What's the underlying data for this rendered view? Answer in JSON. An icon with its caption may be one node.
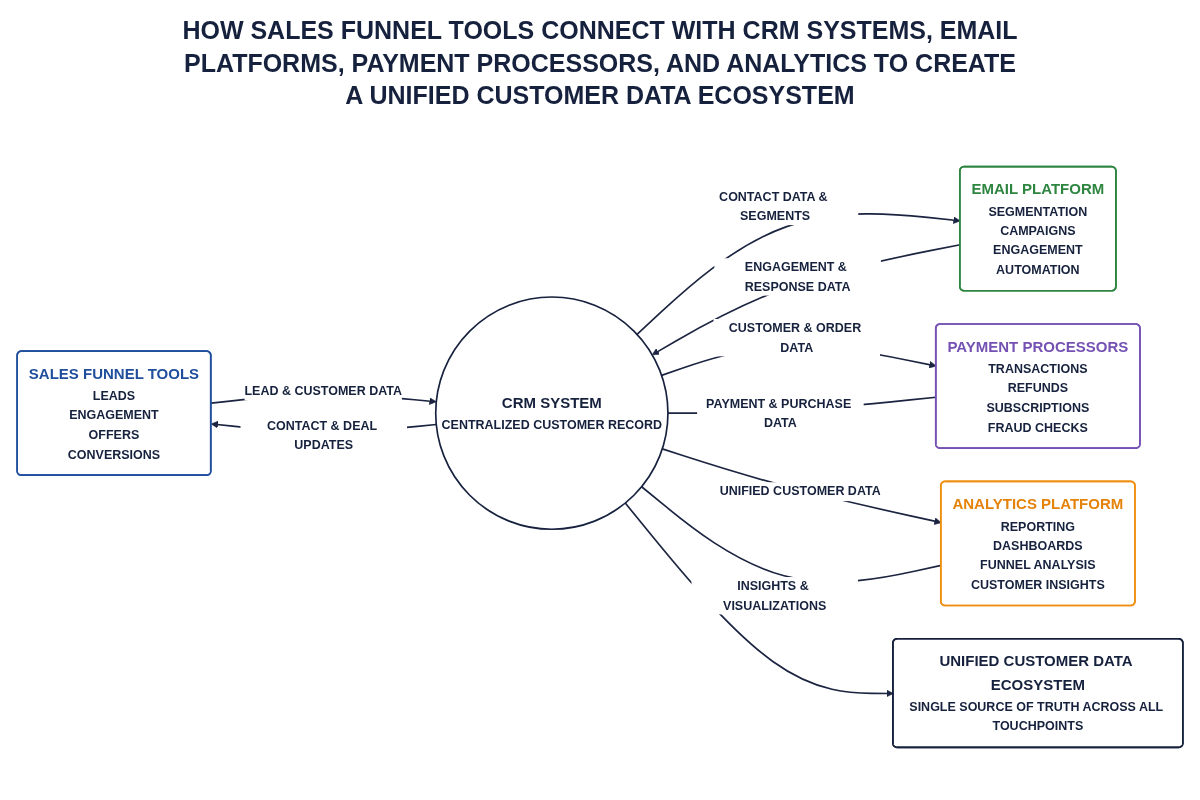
{
  "diagram": {
    "title": "HOW SALES FUNNEL TOOLS CONNECT WITH CRM SYSTEMS, EMAIL PLATFORMS, PAYMENT PROCESSORS, AND ANALYTICS TO CREATE A UNIFIED CUSTOMER DATA ECOSYSTEM",
    "nodes": [
      {
        "text": [
          "SALES FUNNEL TOOLS",
          "LEADS",
          "ENGAGEMENT",
          "OFFERS",
          "CONVERSIONS"
        ]
      },
      {
        "text": [
          "CRM SYSTEM",
          "CENTRALIZED CUSTOMER RECORD"
        ]
      },
      {
        "text": [
          "EMAIL PLATFORM",
          "SEGMENTATION",
          "CAMPAIGNS",
          "ENGAGEMENT",
          "AUTOMATION"
        ]
      },
      {
        "text": [
          "PAYMENT PROCESSORS",
          "TRANSACTIONS",
          "REFUNDS",
          "SUBSCRIPTIONS",
          "FRAUD CHECKS"
        ]
      },
      {
        "text": [
          "ANALYTICS PLATFORM",
          "REPORTING",
          "DASHBOARDS",
          "FUNNEL ANALYSIS",
          "CUSTOMER INSIGHTS"
        ]
      },
      {
        "text": [
          "UNIFIED CUSTOMER DATA ECOSYSTEM",
          "SINGLE SOURCE OF TRUTH ACROSS ALL TOUCHPOINTS"
        ]
      }
    ],
    "edges": [
      {
        "from": 0,
        "to": 1,
        "arrow": "to",
        "label": "LEAD & CUSTOMER DATA"
      },
      {
        "from": 1,
        "to": 0,
        "arrow": "to",
        "label": "CONTACT & DEAL UPDATES"
      },
      {
        "from": 1,
        "to": 2,
        "arrow": "to",
        "label": "CONTACT DATA & SEGMENTS"
      },
      {
        "from": 2,
        "to": 1,
        "arrow": "to",
        "label": "ENGAGEMENT & RESPONSE DATA"
      },
      {
        "from": 3,
        "to": 1,
        "arrow": "none",
        "label": "PAYMENT & PURCHASE DATA"
      },
      {
        "from": 1,
        "to": 3,
        "arrow": "to",
        "label": "CUSTOMER & ORDER DATA"
      },
      {
        "from": 1,
        "to": 4,
        "arrow": "to",
        "label": "UNIFIED CUSTOMER DATA"
      },
      {
        "from": 4,
        "to": 1,
        "arrow": "none",
        "label": "INSIGHTS & VISUALIZATIONS"
      },
      {
        "from": 1,
        "to": 5,
        "arrow": "to"
      }
    ]
  }
}
